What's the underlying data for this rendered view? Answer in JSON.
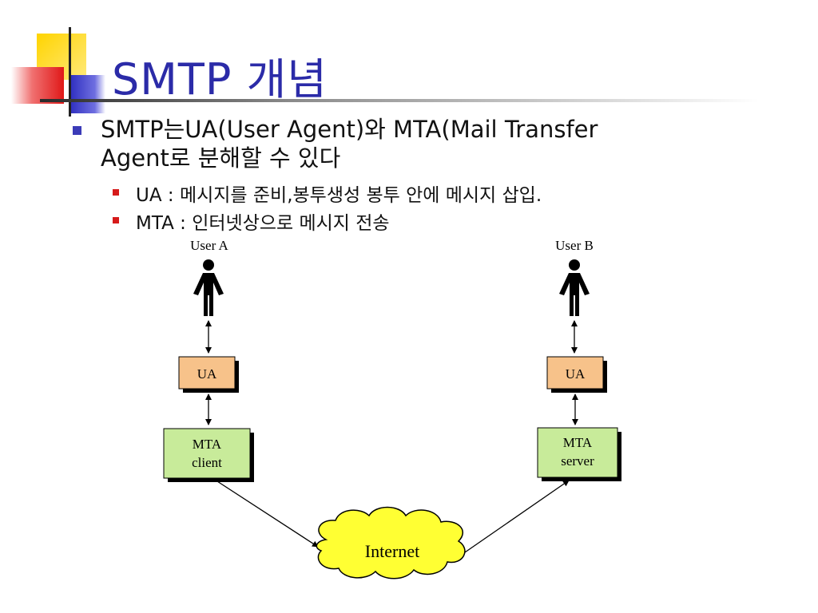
{
  "title": "SMTP 개념",
  "bullets": [
    {
      "line1": "SMTP는UA(User Agent)와 MTA(Mail Transfer",
      "line2": "Agent로 분해할 수 있다",
      "sub": [
        "UA   : 메시지를 준비,봉투생성 봉투 안에 메시지 삽입.",
        "MTA : 인터넷상으로 메시지 전송"
      ]
    }
  ],
  "diagram": {
    "user_a": "User A",
    "user_b": "User B",
    "ua_left": "UA",
    "ua_right": "UA",
    "mta_client": [
      "MTA",
      "client"
    ],
    "mta_server": [
      "MTA",
      "server"
    ],
    "internet": "Internet"
  },
  "colors": {
    "title": "#2b2ba8",
    "bullet_l1": "#3b3bb8",
    "bullet_l2": "#d61a1a",
    "ua_box": "#f7c28a",
    "mta_box": "#c8eb9a",
    "cloud": "#ffff33"
  }
}
